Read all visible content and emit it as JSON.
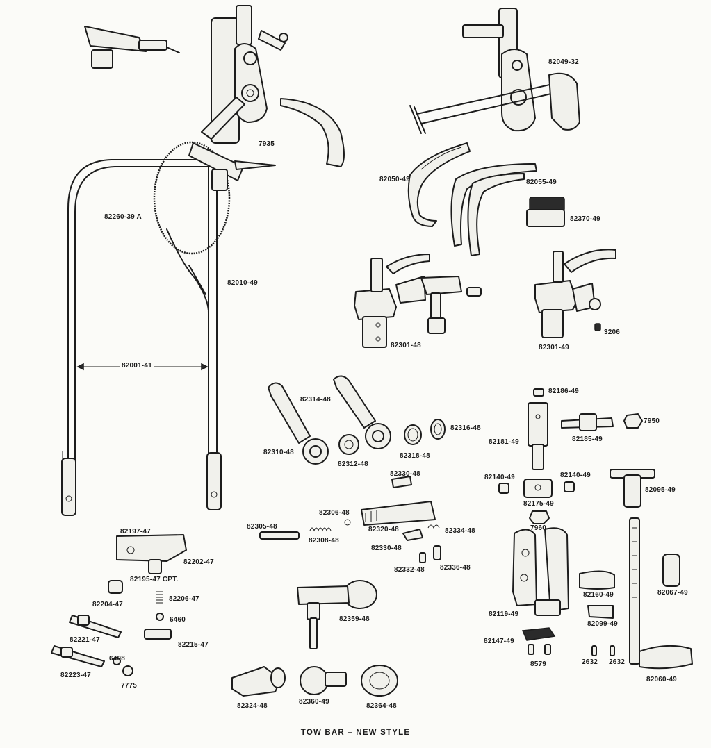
{
  "title": "TOW BAR – NEW STYLE",
  "parts": [
    {
      "id": "p7935",
      "label": "7935"
    },
    {
      "id": "p82049_32",
      "label": "82049-32"
    },
    {
      "id": "p82050_49",
      "label": "82050-49"
    },
    {
      "id": "p82055_49",
      "label": "82055-49"
    },
    {
      "id": "p82370_49",
      "label": "82370-49"
    },
    {
      "id": "p82260_39a",
      "label": "82260-39 A"
    },
    {
      "id": "p82010_49",
      "label": "82010-49"
    },
    {
      "id": "p82301_48",
      "label": "82301-48"
    },
    {
      "id": "p82301_49",
      "label": "82301-49"
    },
    {
      "id": "p3206",
      "label": "3206"
    },
    {
      "id": "p82001_41",
      "label": "82001-41"
    },
    {
      "id": "p82314_48",
      "label": "82314-48"
    },
    {
      "id": "p82316_48",
      "label": "82316-48"
    },
    {
      "id": "p82310_48",
      "label": "82310-48"
    },
    {
      "id": "p82312_48",
      "label": "82312-48"
    },
    {
      "id": "p82318_48",
      "label": "82318-48"
    },
    {
      "id": "p82186_49",
      "label": "82186-49"
    },
    {
      "id": "p82181_49",
      "label": "82181-49"
    },
    {
      "id": "p82185_49",
      "label": "82185-49"
    },
    {
      "id": "p7950",
      "label": "7950"
    },
    {
      "id": "p82330_48a",
      "label": "82330-48"
    },
    {
      "id": "p82140_49a",
      "label": "82140-49"
    },
    {
      "id": "p82140_49b",
      "label": "82140-49"
    },
    {
      "id": "p82175_49",
      "label": "82175-49"
    },
    {
      "id": "p82095_49",
      "label": "82095-49"
    },
    {
      "id": "p82306_48",
      "label": "82306-48"
    },
    {
      "id": "p82305_48",
      "label": "82305-48"
    },
    {
      "id": "p82308_48",
      "label": "82308-48"
    },
    {
      "id": "p82320_48",
      "label": "82320-48"
    },
    {
      "id": "p82334_48",
      "label": "82334-48"
    },
    {
      "id": "p7960",
      "label": "7960"
    },
    {
      "id": "p82197_47",
      "label": "82197-47"
    },
    {
      "id": "p82202_47",
      "label": "82202-47"
    },
    {
      "id": "p82330_48b",
      "label": "82330-48"
    },
    {
      "id": "p82195_47",
      "label": "82195-47  CPT."
    },
    {
      "id": "p82332_48",
      "label": "82332-48"
    },
    {
      "id": "p82336_48",
      "label": "82336-48"
    },
    {
      "id": "p82204_47",
      "label": "82204-47"
    },
    {
      "id": "p82206_47",
      "label": "82206-47"
    },
    {
      "id": "p82160_49",
      "label": "82160-49"
    },
    {
      "id": "p82067_49",
      "label": "82067-49"
    },
    {
      "id": "p6460",
      "label": "6460"
    },
    {
      "id": "p82359_48",
      "label": "82359-48"
    },
    {
      "id": "p82119_49",
      "label": "82119-49"
    },
    {
      "id": "p82099_49",
      "label": "82099-49"
    },
    {
      "id": "p82221_47",
      "label": "82221-47"
    },
    {
      "id": "p82215_47",
      "label": "82215-47"
    },
    {
      "id": "p82147_49",
      "label": "82147-49"
    },
    {
      "id": "p6408",
      "label": "6408"
    },
    {
      "id": "p82223_47",
      "label": "82223-47"
    },
    {
      "id": "p7775",
      "label": "7775"
    },
    {
      "id": "p8579",
      "label": "8579"
    },
    {
      "id": "p2632a",
      "label": "2632"
    },
    {
      "id": "p2632b",
      "label": "2632"
    },
    {
      "id": "p82060_49",
      "label": "82060-49"
    },
    {
      "id": "p82324_48",
      "label": "82324-48"
    },
    {
      "id": "p82360_49",
      "label": "82360-49"
    },
    {
      "id": "p82364_48",
      "label": "82364-48"
    }
  ]
}
